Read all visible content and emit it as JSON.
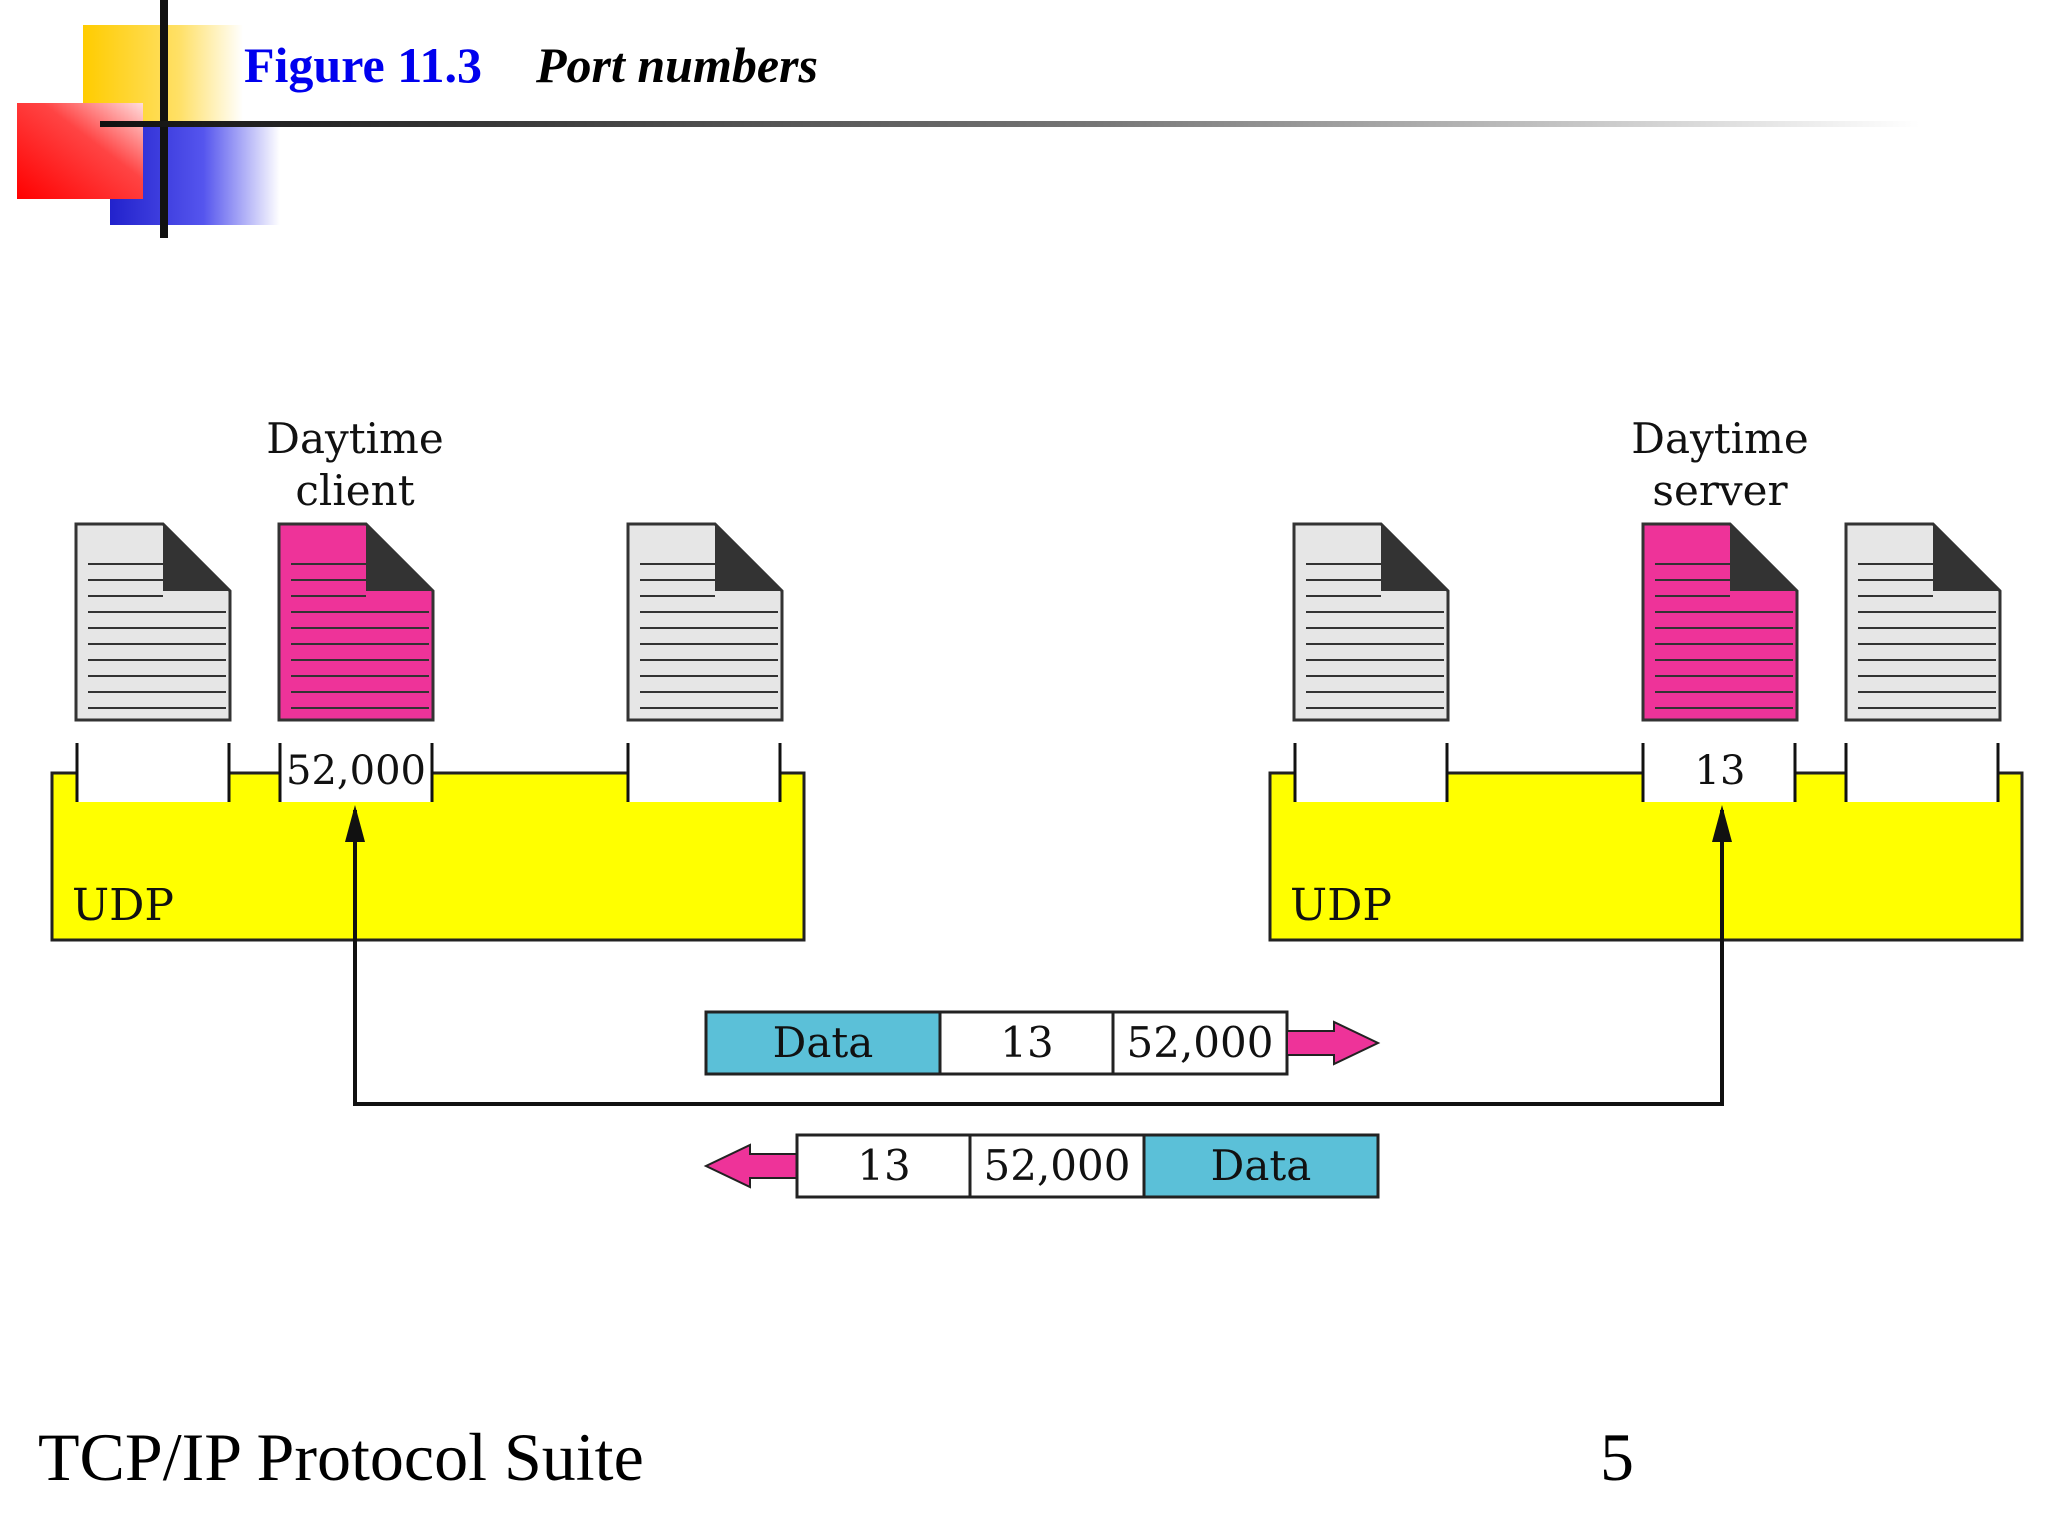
{
  "header": {
    "figure_number": "Figure 11.3",
    "figure_title": "Port numbers"
  },
  "diagram": {
    "client": {
      "label_line1": "Daytime",
      "label_line2": "client",
      "port": "52,000",
      "stack_label": "UDP"
    },
    "server": {
      "label_line1": "Daytime",
      "label_line2": "server",
      "port": "13",
      "stack_label": "UDP"
    },
    "request_packet": {
      "data": "Data",
      "dest_port": "13",
      "source_port": "52,000"
    },
    "response_packet": {
      "dest_port": "13",
      "source_port": "52,000",
      "data": "Data"
    },
    "colors": {
      "udp_box": "#ffff00",
      "highlight_process": "#ee3399",
      "generic_process": "#e6e6e6",
      "data_field": "#5bc0d8",
      "arrow": "#ee3399"
    }
  },
  "footer": {
    "course": "TCP/IP Protocol Suite",
    "page": "5"
  }
}
